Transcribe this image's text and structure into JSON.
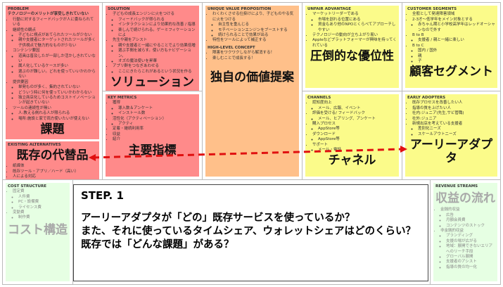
{
  "colors": {
    "problem": "#ff8a8a",
    "uvp": "#ffc08a",
    "yellow": "#fbfb8a",
    "green": "#e6ffe3",
    "arrow": "#e01010"
  },
  "problem": {
    "title": "PROBLEM",
    "subtitle": "テクノロジーのメリットが享受しきれていない",
    "items": [
      "行動に対するフィードバックが人に委ねられている",
      "継続性の観点",
      "子どもに視点があてられたツールが少ない",
      "親や支援者にターゲットされたツールが多く子供視点で魅力的なものが少ない",
      "コンテンツ要因",
      "道具は普及したが一部しか活かしきれていない",
      "属人化しているケースが多い",
      "選ぶのが難しい。どれを使っていいかわからない",
      "提供要因",
      "単発ものが多く、集約されていない",
      "どういう時に何を使っていいかわからない",
      "独立商店化しているためコストイノベーションが起きていない",
      "ツールの連続性が無い",
      "人:教える側れる人が限られる",
      "場所:施設と家で両方使いたいが使えない"
    ],
    "label": "課題"
  },
  "alternatives": {
    "title": "EXISTING ALTERNATIVES",
    "items": [
      "紙媒体",
      "既存ツール・アプリ／ハード（高い）",
      "人による対応"
    ],
    "label": "既存の代替品"
  },
  "solution": {
    "title": "SOLUTION",
    "items": [
      "子どもの成長エンジンに火をつける",
      "フィードバックが得られる",
      "インタラクションにより効果的な改善 / 指導",
      "楽しんで続けられる。ゲーミフィケーションによ",
      "先生や親をアシスト",
      "親や支援者と一緒にやることでより効果倍増",
      "選ぶ手間を減らす。使い方もナビゲーション。",
      "オズの魔法使いを昇華",
      "アプリ群をつなぎあわせる",
      "ここにきたらこれがあるという状況を作る"
    ],
    "label": "ソリューション"
  },
  "metrics": {
    "title": "KEY METRICS",
    "items": [
      "獲得",
      "導入数＆アンケート",
      "インストール数",
      "活性化（アクティベーション）",
      "アクティ",
      "定着・継続利用率",
      "収益",
      "紹介"
    ],
    "label": "主要指標"
  },
  "uvp": {
    "title": "UNIQUE VALUE PROPOSITION",
    "items": [
      "わくわくさせる仕掛けにより、子どものやる気に火をつける",
      "自主性を重んじる",
      "モチベーションエンジンをブーストする",
      "続けられることで効果が出る",
      "特性をツールによって補正する"
    ],
    "hlc_title": "HIGH-LEVEL CONCEPT",
    "hlc_items": [
      "障害をワクワクしながら解消する！",
      "楽しむことで成長する！"
    ],
    "label": "独自の価値提案"
  },
  "unfair": {
    "title": "UNFAIR ADVANTAGE",
    "items": [
      "マーケットリーダーである",
      "市場を創れる位置にある",
      "資金もあり他のNPOとくらべてアプローチしやすい",
      "テクノロジーの動向が立ち上がり易い",
      "Appleなどプラットフォーマーが興味を持ってくれている"
    ],
    "label": "圧倒的な優位性"
  },
  "channels": {
    "title": "CHANNELS",
    "items": [
      "認知度向上",
      "メール、広報、イベント",
      "評価を受ける/ フィードバック",
      "メール、ヒアリング、アンケート",
      "購入プロセス",
      "AppStore等",
      "ダウンロード",
      "AppStore等",
      "サポート",
      "メール・電話"
    ],
    "label": "チャネル"
  },
  "segments": {
    "title": "CUSTOMER SEGMENTS",
    "items": [
      "全般として発達障害領域",
      "2-3才〜低学年をメイン対象とする",
      "赤ちゃん期と小学校高学年はレッドオーシャンなので外す",
      "B to B",
      "支援者 / 親と一緒に楽しい",
      "B to C",
      "国内 / 国外",
      "親",
      "子"
    ],
    "label": "顧客セグメント"
  },
  "adopters": {
    "title": "EARLY ADOPTERS",
    "items": [
      "既存プロセスを改善したい人",
      "指導の質を上げたい人",
      "社内:ジュニア(先生,サビ管職)",
      "社外:ジュニア",
      "新規出店を考えている支援者",
      "差別化ニーズ",
      "スケールアウトニーズ"
    ],
    "label": "アーリーアダプタ"
  },
  "cost": {
    "title": "COST STRUCTURE",
    "items": [
      "固定費",
      "人件費",
      "PC・設備費",
      "ライセンス費",
      "変動費",
      "制作費"
    ],
    "label": "コスト構造"
  },
  "revenue": {
    "title": "REVENUE STREAMS",
    "items": [
      "金銭的収益",
      "広告",
      "月額会員費",
      "コンテンツのストック",
      "非金銭的収益",
      "ブランディング",
      "支援の場が広がる",
      "地域：展開できないエリアへのリーチ手段",
      "グローバル展開",
      "支援者のアシスト",
      "指導の質の均一化"
    ],
    "label": "収益の流れ"
  },
  "overlay": {
    "step": "STEP. 1",
    "lines": [
      "アーリーアダプタが「どの」既存サービスを使っているか？",
      "また、それに使っているタイムシェア、ウォレットシェアはどのくらい？",
      "既存では「どんな課題」がある？"
    ]
  }
}
